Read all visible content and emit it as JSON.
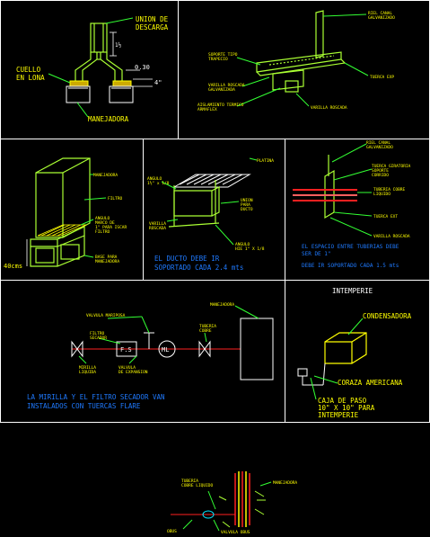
{
  "colors": {
    "background": "#000000",
    "frame": "#ffffff",
    "duct": "#aaff33",
    "label": "#ffff00",
    "leader": "#33ff33",
    "note": "#1f7aff",
    "pipe_red": "#ff2020",
    "cyan": "#00e5ff"
  },
  "panel1": {
    "union": "UNION DE\nDESCARGA",
    "dim_vertical": "1½",
    "dim_right": "0.30",
    "dim_small": "4\"",
    "cuello": "CUELLO\nEN LONA",
    "manejadora": "MANEJADORA"
  },
  "panel2": {
    "top_right": "RIEL CANAL\nGALVANIZADO",
    "left_top": "SOPORTE TIPO\nTRAPECIO",
    "left_mid": "VARILLA ROSCADA\nGALVANIZADA",
    "right_mid": "TUERCA EXP",
    "left_bottom": "AISLAMIENTO TERMICO\nARMAFLEX",
    "bottom": "VARILLA ROSCADA"
  },
  "panel3": {
    "top": "MANEJADORA",
    "filtro": "FILTRO",
    "angulo": "ANGULO\nMARCO DE\n1\" PARA ISCAR\nFILTRO",
    "base": "BASE PARA\nMANEJADORA",
    "dim": "40cms"
  },
  "panel4": {
    "platina": "PLATINA",
    "angulo_left": "ANGULO\n1½\" x 1/8",
    "union": "UNION\nPARA\nDUCTO",
    "varilla": "VARILLA\nROSCADA",
    "angulo_bottom": "ANGULO\nHIE 1\" X 1/8",
    "note": "EL DUCTO DEBE IR\nSOPORTADO CADA 2.4 mts"
  },
  "panel5": {
    "riel": "RIEL CANAL\nGALVANIZADO",
    "tuerca_abr": "TUERCA GIRATORIA\nSOPORTE\nCORRIDO",
    "tuberia_cobre": "TUBERIA COBRE\nLIQUIDO",
    "tuerca_ext": "TUERCA EXT",
    "varilla": "VARILLA ROSCADA",
    "note1": "EL ESPACIO ENTRE TUBERIAS DEBE\nSER DE 1\"",
    "note2": "DEBE IR SOPORTADO CADA 1.5 mts"
  },
  "panel6": {
    "valvula_mariposa": "VALVULA MARIPOSA",
    "manejadora": "MANEJADORA",
    "filtro_secador": "FILTRO\nSECADOR",
    "tubo_agua": "TUBERIA\nCOBRE",
    "mirilla": "MIRILLA\nLIQUIDA",
    "valvula_expansion": "VALVULA\nDE EXPANSION",
    "fs": "F.S",
    "ml": "ML",
    "note": "LA MIRILLA Y EL FILTRO SECADOR VAN\nINSTALADOS CON TUERCAS FLARE"
  },
  "panel7": {
    "title": "INTEMPERIE",
    "condensadora": "CONDENSADORA",
    "coraza": "CORAZA AMERICANA",
    "caja": "CAJA DE PASO\n10\" X 10\" PARA\nINTEMPERIE"
  },
  "panel8": {
    "tuberia": "TUBERIA\nCOBRE LIQUIDO",
    "manejadora": "MANEJADORA",
    "valvula": "VALVULA OBUS",
    "obus": "OBUS"
  }
}
